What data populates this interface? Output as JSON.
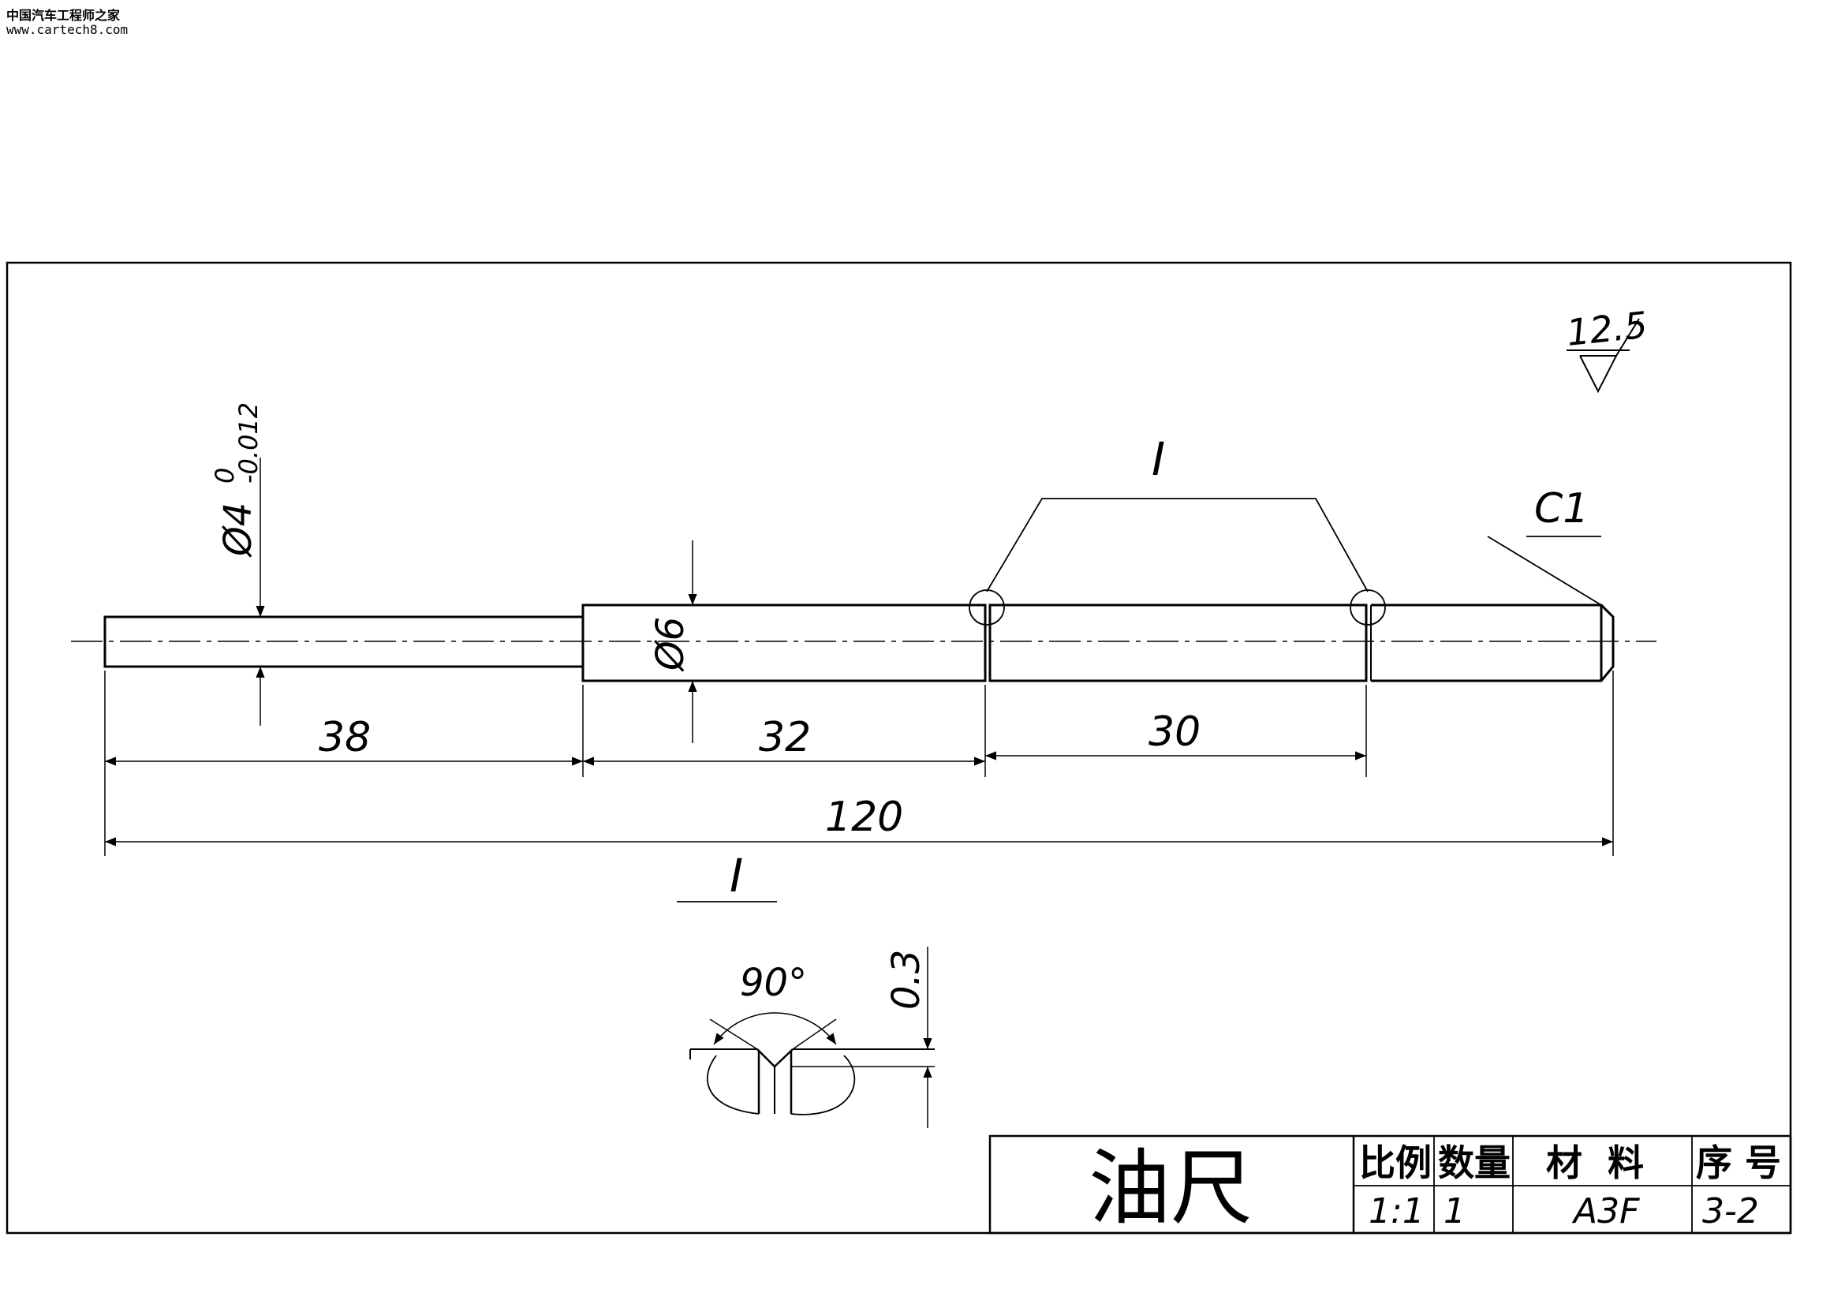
{
  "watermark": {
    "line1": "中国汽车工程师之家",
    "line2": "www.cartech8.com"
  },
  "dimensions": {
    "d1": "38",
    "d2": "32",
    "d3": "30",
    "total": "120",
    "diameter_small": "Ø4",
    "tol_upper": "0",
    "tol_lower": "-0.012",
    "diameter_large": "Ø6",
    "chamfer": "C1",
    "roughness": "12.5",
    "detail_ref": "I",
    "detail_label": "I",
    "groove_angle": "90°",
    "groove_depth": "0.3"
  },
  "title_block": {
    "part_name": "油尺",
    "h_scale": "比例",
    "h_qty": "数量",
    "h_material": "材  料",
    "h_seq": "序 号",
    "v_scale": "1:1",
    "v_qty": "1",
    "v_material": "A3F",
    "v_seq": "3-2"
  }
}
